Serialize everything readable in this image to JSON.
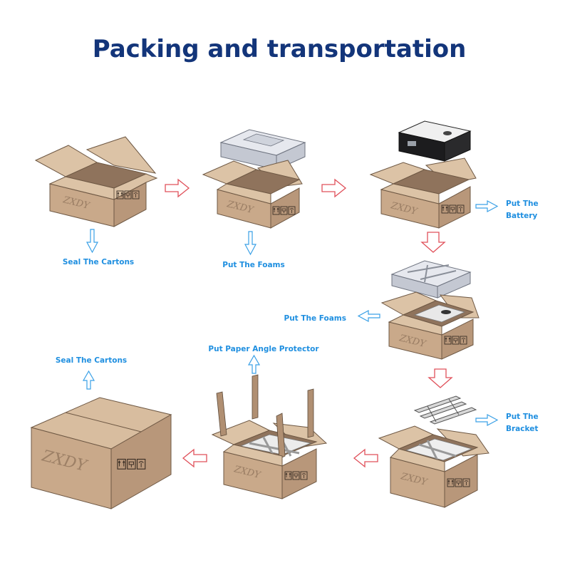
{
  "title": "Packing and transportation",
  "brand_text": "ZXDY",
  "steps": {
    "step1_label": "Seal The Cartons",
    "step2_label": "Put The Foams",
    "step3_label_line1": "Put The",
    "step3_label_line2": "Battery",
    "step4_label": "Put The Foams",
    "step5_label_line1": "Put The",
    "step5_label_line2": "Bracket",
    "step6_label": "Put Paper Angle Protector",
    "step7_label": "Seal The Cartons"
  },
  "colors": {
    "title": "#13357a",
    "label": "#1f8fe0",
    "arrow_red": "#e0505a",
    "arrow_blue": "#3aa0e6",
    "cardboard": "#c9a98a"
  }
}
